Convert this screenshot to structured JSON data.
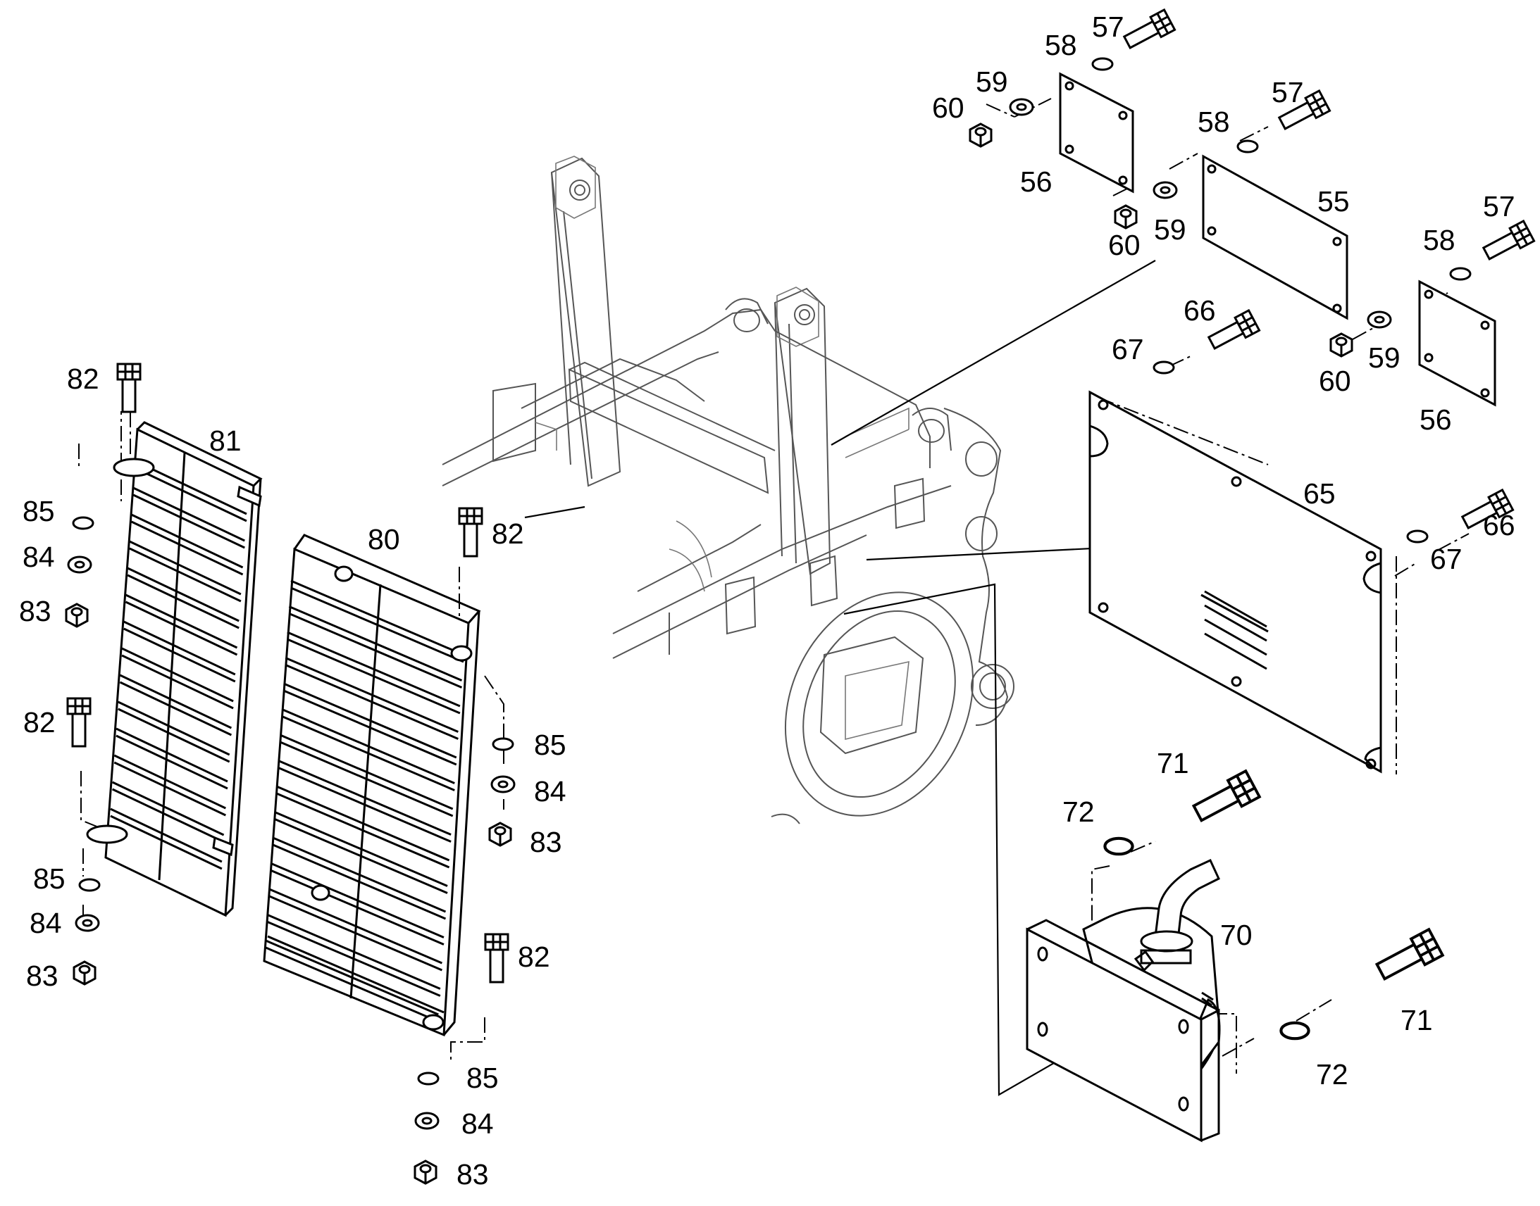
{
  "part_labels": [
    {
      "id": "lbl-57-a",
      "text": "57"
    },
    {
      "id": "lbl-58-a",
      "text": "58"
    },
    {
      "id": "lbl-59-a",
      "text": "59"
    },
    {
      "id": "lbl-60-a",
      "text": "60"
    },
    {
      "id": "lbl-56-a",
      "text": "56"
    },
    {
      "id": "lbl-57-b",
      "text": "57"
    },
    {
      "id": "lbl-58-b",
      "text": "58"
    },
    {
      "id": "lbl-55",
      "text": "55"
    },
    {
      "id": "lbl-60-b",
      "text": "60"
    },
    {
      "id": "lbl-59-b",
      "text": "59"
    },
    {
      "id": "lbl-57-c",
      "text": "57"
    },
    {
      "id": "lbl-58-c",
      "text": "58"
    },
    {
      "id": "lbl-66-a",
      "text": "66"
    },
    {
      "id": "lbl-67-a",
      "text": "67"
    },
    {
      "id": "lbl-60-c",
      "text": "60"
    },
    {
      "id": "lbl-59-c",
      "text": "59"
    },
    {
      "id": "lbl-56-b",
      "text": "56"
    },
    {
      "id": "lbl-65",
      "text": "65"
    },
    {
      "id": "lbl-66-b",
      "text": "66"
    },
    {
      "id": "lbl-67-b",
      "text": "67"
    },
    {
      "id": "lbl-82-a",
      "text": "82"
    },
    {
      "id": "lbl-81",
      "text": "81"
    },
    {
      "id": "lbl-85-a",
      "text": "85"
    },
    {
      "id": "lbl-84-a",
      "text": "84"
    },
    {
      "id": "lbl-83-a",
      "text": "83"
    },
    {
      "id": "lbl-80",
      "text": "80"
    },
    {
      "id": "lbl-82-b",
      "text": "82"
    },
    {
      "id": "lbl-82-c",
      "text": "82"
    },
    {
      "id": "lbl-85-b",
      "text": "85"
    },
    {
      "id": "lbl-84-b",
      "text": "84"
    },
    {
      "id": "lbl-83-b",
      "text": "83"
    },
    {
      "id": "lbl-85-c",
      "text": "85"
    },
    {
      "id": "lbl-84-c",
      "text": "84"
    },
    {
      "id": "lbl-83-c",
      "text": "83"
    },
    {
      "id": "lbl-82-d",
      "text": "82"
    },
    {
      "id": "lbl-85-d",
      "text": "85"
    },
    {
      "id": "lbl-84-d",
      "text": "84"
    },
    {
      "id": "lbl-83-d",
      "text": "83"
    },
    {
      "id": "lbl-71-a",
      "text": "71"
    },
    {
      "id": "lbl-72-a",
      "text": "72"
    },
    {
      "id": "lbl-70",
      "text": "70"
    },
    {
      "id": "lbl-71-b",
      "text": "71"
    },
    {
      "id": "lbl-72-b",
      "text": "72"
    }
  ]
}
